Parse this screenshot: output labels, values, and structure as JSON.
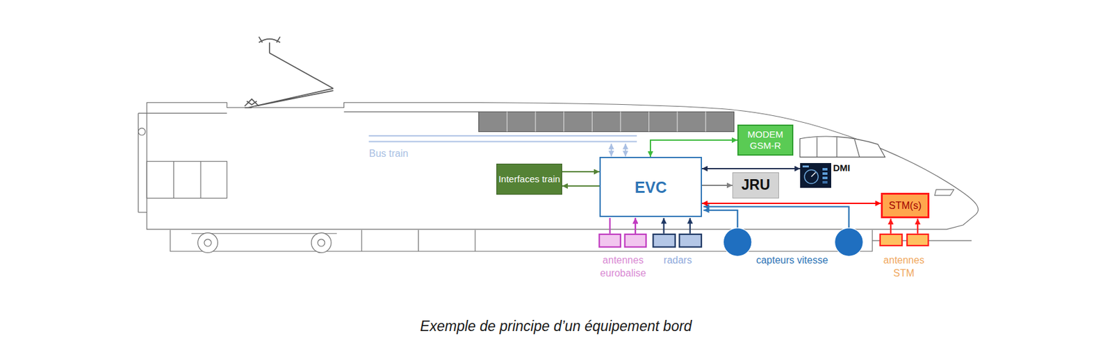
{
  "diagram": {
    "caption": "Exemple de principe d’un équipement bord",
    "nodes": [
      {
        "text": [
          "MODEM GSM-R"
        ]
      },
      {
        "text": [
          "Interfaces train"
        ]
      },
      {
        "text": [
          "EVC"
        ]
      },
      {
        "text": [
          "JRU"
        ]
      },
      {
        "text": [
          "DMI"
        ]
      },
      {
        "text": [
          "STM(s)"
        ]
      }
    ],
    "edges": [
      {
        "from": 2,
        "to": 0,
        "arrow": "both"
      },
      {
        "from": 1,
        "to": 2,
        "arrow": "to"
      },
      {
        "from": 2,
        "to": 1,
        "arrow": "to"
      },
      {
        "from": 2,
        "to": 4,
        "arrow": "both"
      },
      {
        "from": 2,
        "to": 3,
        "arrow": "to"
      },
      {
        "from": 2,
        "to": 5,
        "arrow": "both"
      }
    ],
    "labels": [
      "Bus train",
      "antennes eurobalise",
      "radars",
      "capteurs vitesse",
      "antennes STM"
    ]
  }
}
